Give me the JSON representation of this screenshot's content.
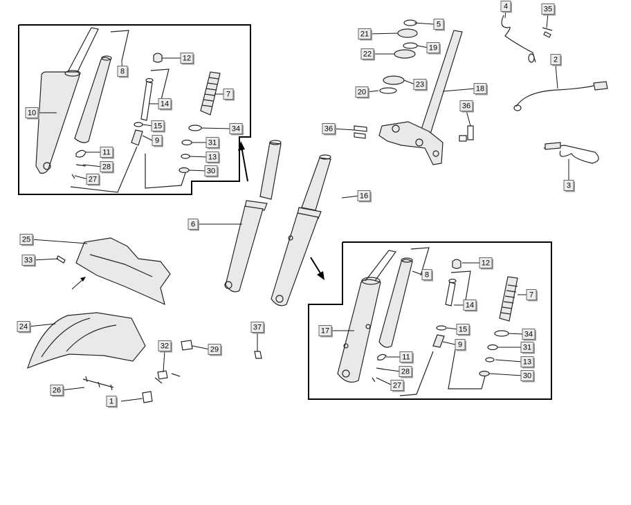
{
  "diagram": {
    "callouts": [
      {
        "id": "c1",
        "label": "1"
      },
      {
        "id": "c2",
        "label": "2"
      },
      {
        "id": "c3",
        "label": "3"
      },
      {
        "id": "c4",
        "label": "4"
      },
      {
        "id": "c5",
        "label": "5"
      },
      {
        "id": "c6",
        "label": "6"
      },
      {
        "id": "c7a",
        "label": "7"
      },
      {
        "id": "c7b",
        "label": "7"
      },
      {
        "id": "c8a",
        "label": "8"
      },
      {
        "id": "c8b",
        "label": "8"
      },
      {
        "id": "c9a",
        "label": "9"
      },
      {
        "id": "c9b",
        "label": "9"
      },
      {
        "id": "c10",
        "label": "10"
      },
      {
        "id": "c11a",
        "label": "11"
      },
      {
        "id": "c11b",
        "label": "11"
      },
      {
        "id": "c12a",
        "label": "12"
      },
      {
        "id": "c12b",
        "label": "12"
      },
      {
        "id": "c13a",
        "label": "13"
      },
      {
        "id": "c13b",
        "label": "13"
      },
      {
        "id": "c14a",
        "label": "14"
      },
      {
        "id": "c14b",
        "label": "14"
      },
      {
        "id": "c15a",
        "label": "15"
      },
      {
        "id": "c15b",
        "label": "15"
      },
      {
        "id": "c16",
        "label": "16"
      },
      {
        "id": "c17",
        "label": "17"
      },
      {
        "id": "c18",
        "label": "18"
      },
      {
        "id": "c19",
        "label": "19"
      },
      {
        "id": "c20",
        "label": "20"
      },
      {
        "id": "c21",
        "label": "21"
      },
      {
        "id": "c22",
        "label": "22"
      },
      {
        "id": "c23",
        "label": "23"
      },
      {
        "id": "c24",
        "label": "24"
      },
      {
        "id": "c25",
        "label": "25"
      },
      {
        "id": "c26",
        "label": "26"
      },
      {
        "id": "c27a",
        "label": "27"
      },
      {
        "id": "c27b",
        "label": "27"
      },
      {
        "id": "c28a",
        "label": "28"
      },
      {
        "id": "c28b",
        "label": "28"
      },
      {
        "id": "c29",
        "label": "29"
      },
      {
        "id": "c30a",
        "label": "30"
      },
      {
        "id": "c30b",
        "label": "30"
      },
      {
        "id": "c31a",
        "label": "31"
      },
      {
        "id": "c31b",
        "label": "31"
      },
      {
        "id": "c32",
        "label": "32"
      },
      {
        "id": "c33",
        "label": "33"
      },
      {
        "id": "c34a",
        "label": "34"
      },
      {
        "id": "c34b",
        "label": "34"
      },
      {
        "id": "c35",
        "label": "35"
      },
      {
        "id": "c36a",
        "label": "36"
      },
      {
        "id": "c36b",
        "label": "36"
      },
      {
        "id": "c37",
        "label": "37"
      }
    ]
  }
}
